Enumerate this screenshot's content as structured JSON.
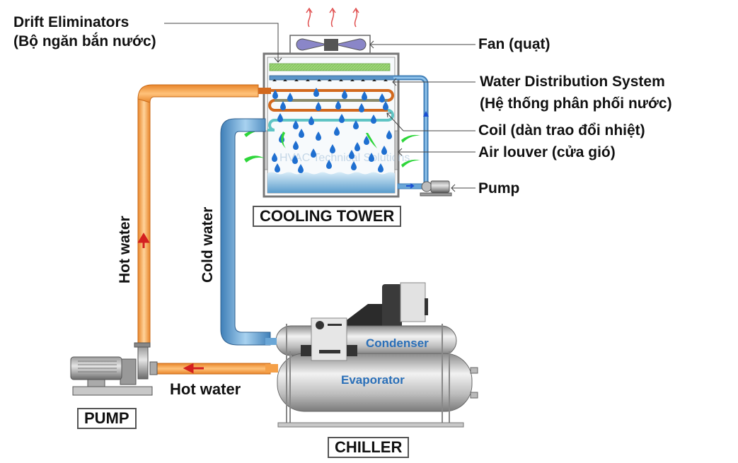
{
  "labels": {
    "drift_eliminators_en": "Drift Eliminators",
    "drift_eliminators_vi": "(Bộ ngăn bắn nước)",
    "fan": "Fan (quạt)",
    "water_distribution_en": "Water Distribution System",
    "water_distribution_vi": "(Hệ thống phân phối nước)",
    "coil": "Coil (dàn trao đổi nhiệt)",
    "air_louver": "Air louver (cửa gió)",
    "tower_pump": "Pump",
    "cooling_tower": "COOLING TOWER",
    "hot_water_vertical": "Hot water",
    "cold_water_vertical": "Cold water",
    "hot_water_horizontal": "Hot water",
    "pump": "PUMP",
    "chiller": "CHILLER",
    "condenser": "Condenser",
    "evaporator": "Evaporator",
    "watermark": "HVAC Technical Solutions"
  },
  "colors": {
    "hot_pipe": "#f5a048",
    "cold_pipe": "#6aa6d6",
    "coil_hot": "#d2691e",
    "coil_mid": "#8a8a6a",
    "coil_cold": "#5fc4c4",
    "drift": "#9ed67a",
    "fan_blade": "#8a86c8",
    "air_arrow": "#2ed63a",
    "water": "#a8d0ea",
    "flow_arrow_hot": "#d42020",
    "flow_arrow_cold": "#1a4fd4",
    "heat_arrow": "#e05050",
    "tank": "#c8c8c8",
    "tank_label": "#2a6fb8"
  }
}
